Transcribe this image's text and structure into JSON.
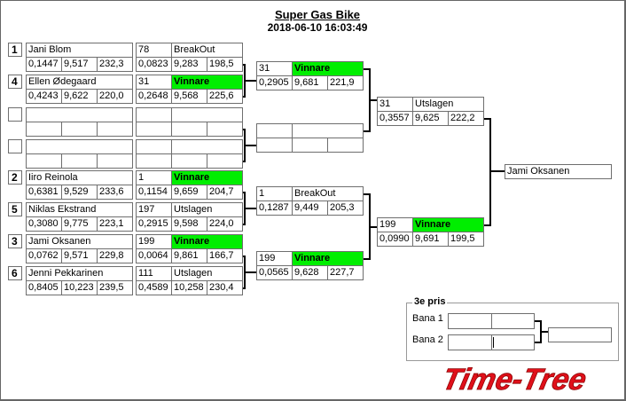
{
  "header": {
    "title": "Super Gas Bike",
    "datetime": "2018-06-10 16:03:49"
  },
  "colors": {
    "winner": "#00ee00",
    "logo": "#e0101a",
    "border": "#6e6e6e"
  },
  "round1": [
    {
      "a": {
        "seed": "1",
        "name": "Jani Blom",
        "rt": "0,1447",
        "et": "9,517",
        "speed": "232,3",
        "result": {
          "lane_val": "78",
          "status": "BreakOut",
          "rt": "0,0823",
          "et": "9,283",
          "speed": "198,5"
        }
      },
      "b": {
        "seed": "4",
        "name": "Ellen Ødegaard",
        "rt": "0,4243",
        "et": "9,622",
        "speed": "220,0",
        "result": {
          "lane_val": "31",
          "status": "Vinnare",
          "rt": "0,2648",
          "et": "9,568",
          "speed": "225,6"
        }
      }
    },
    {
      "a": {
        "seed": "",
        "name": "",
        "rt": "",
        "et": "",
        "speed": "",
        "result": {
          "lane_val": "",
          "status": "",
          "rt": "",
          "et": "",
          "speed": ""
        }
      },
      "b": {
        "seed": "",
        "name": "",
        "rt": "",
        "et": "",
        "speed": "",
        "result": {
          "lane_val": "",
          "status": "",
          "rt": "",
          "et": "",
          "speed": ""
        }
      }
    },
    {
      "a": {
        "seed": "2",
        "name": "Iiro Reinola",
        "rt": "0,6381",
        "et": "9,529",
        "speed": "233,6",
        "result": {
          "lane_val": "1",
          "status": "Vinnare",
          "rt": "0,1154",
          "et": "9,659",
          "speed": "204,7"
        }
      },
      "b": {
        "seed": "5",
        "name": "Niklas Ekstrand",
        "rt": "0,3080",
        "et": "9,775",
        "speed": "223,1",
        "result": {
          "lane_val": "197",
          "status": "Utslagen",
          "rt": "0,2915",
          "et": "9,598",
          "speed": "224,0"
        }
      }
    },
    {
      "a": {
        "seed": "3",
        "name": "Jami Oksanen",
        "rt": "0,0762",
        "et": "9,571",
        "speed": "229,8",
        "result": {
          "lane_val": "199",
          "status": "Vinnare",
          "rt": "0,0064",
          "et": "9,861",
          "speed": "166,7"
        }
      },
      "b": {
        "seed": "6",
        "name": "Jenni Pekkarinen",
        "rt": "0,8405",
        "et": "10,223",
        "speed": "239,5",
        "result": {
          "lane_val": "111",
          "status": "Utslagen",
          "rt": "0,4589",
          "et": "10,258",
          "speed": "230,4"
        }
      }
    }
  ],
  "round2": [
    {
      "lane_val": "31",
      "status": "Vinnare",
      "rt": "0,2905",
      "et": "9,681",
      "speed": "221,9"
    },
    {
      "lane_val": "",
      "status": "",
      "rt": "",
      "et": "",
      "speed": ""
    },
    {
      "lane_val": "1",
      "status": "BreakOut",
      "rt": "0,1287",
      "et": "9,449",
      "speed": "205,3"
    },
    {
      "lane_val": "199",
      "status": "Vinnare",
      "rt": "0,0565",
      "et": "9,628",
      "speed": "227,7"
    }
  ],
  "round3": [
    {
      "lane_val": "31",
      "status": "Utslagen",
      "rt": "0,3557",
      "et": "9,625",
      "speed": "222,2"
    },
    {
      "lane_val": "199",
      "status": "Vinnare",
      "rt": "0,0990",
      "et": "9,691",
      "speed": "199,5"
    }
  ],
  "final": {
    "winner": "Jami Oksanen"
  },
  "third_place": {
    "title": "3e pris",
    "lane1_label": "Bana 1",
    "lane2_label": "Bana 2",
    "lane1": {
      "a": "",
      "b": ""
    },
    "lane2": {
      "a": "",
      "b": ""
    },
    "winner": ""
  },
  "logo": {
    "text": "Time-Tree"
  }
}
